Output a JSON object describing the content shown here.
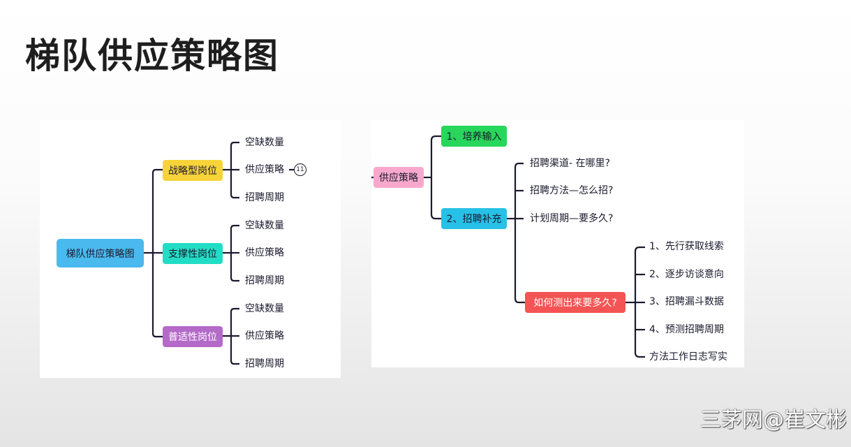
{
  "title": "梯队供应策略图",
  "left_map": {
    "root": "梯队供应策略图",
    "branches": [
      {
        "label": "战略型岗位",
        "color": "#f7d33a",
        "children": [
          "空缺数量",
          "供应策略",
          "招聘周期"
        ],
        "badge": "11"
      },
      {
        "label": "支撑性岗位",
        "color": "#22ddc5",
        "children": [
          "空缺数量",
          "供应策略",
          "招聘周期"
        ]
      },
      {
        "label": "普适性岗位",
        "color": "#b46ac8",
        "children": [
          "空缺数量",
          "供应策略",
          "招聘周期"
        ]
      }
    ],
    "root_color": "#4ab9ee"
  },
  "right_map": {
    "root": "供应策略",
    "root_color": "#f8a8cd",
    "branch1": {
      "label": "1、培养输入",
      "color": "#27d65a"
    },
    "branch2": {
      "label": "2、招聘补充",
      "color": "#27c0e6",
      "children": [
        "招聘渠道- 在哪里?",
        "招聘方法—怎么招?",
        "计划周期—要多久?"
      ]
    },
    "sub": {
      "label": "如何测出来要多久?",
      "color": "#f55454",
      "children": [
        "1、先行获取线索",
        "2、逐步访谈意向",
        "3、招聘漏斗数据",
        "4、预测招聘周期",
        "方法工作日志写实"
      ]
    }
  },
  "watermark": "三茅网@崔文彬"
}
